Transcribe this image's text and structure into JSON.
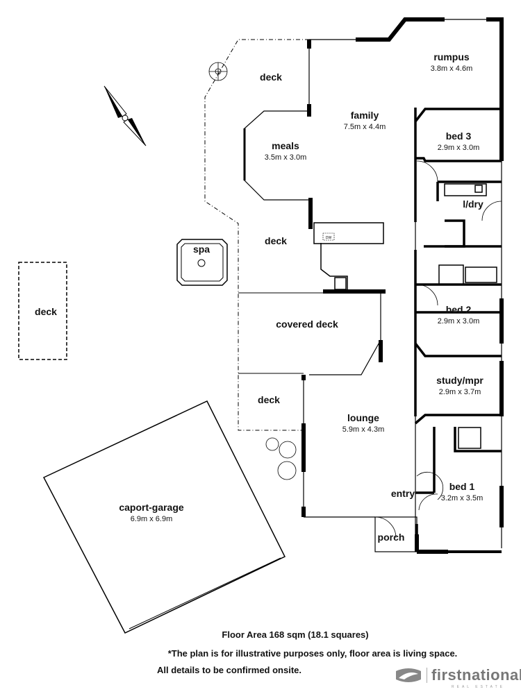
{
  "rooms": [
    {
      "id": "rumpus",
      "name": "rumpus",
      "dims": "3.8m x 4.6m"
    },
    {
      "id": "family",
      "name": "family",
      "dims": "7.5m x 4.4m"
    },
    {
      "id": "bed3",
      "name": "bed 3",
      "dims": "2.9m x 3.0m"
    },
    {
      "id": "meals",
      "name": "meals",
      "dims": "3.5m x 3.0m"
    },
    {
      "id": "ldry",
      "name": "l/dry",
      "dims": ""
    },
    {
      "id": "bed2",
      "name": "bed 2",
      "dims": "2.9m x 3.0m"
    },
    {
      "id": "covered-deck",
      "name": "covered deck",
      "dims": ""
    },
    {
      "id": "study",
      "name": "study/mpr",
      "dims": "2.9m x 3.7m"
    },
    {
      "id": "lounge",
      "name": "lounge",
      "dims": "5.9m x 4.3m"
    },
    {
      "id": "bed1",
      "name": "bed 1",
      "dims": "3.2m x 3.5m"
    },
    {
      "id": "entry",
      "name": "entry",
      "dims": ""
    },
    {
      "id": "porch",
      "name": "porch",
      "dims": ""
    },
    {
      "id": "garage",
      "name": "caport-garage",
      "dims": "6.9m x 6.9m"
    },
    {
      "id": "deck-top",
      "name": "deck",
      "dims": ""
    },
    {
      "id": "deck-mid",
      "name": "deck",
      "dims": ""
    },
    {
      "id": "deck-low",
      "name": "deck",
      "dims": ""
    },
    {
      "id": "deck-left",
      "name": "deck",
      "dims": ""
    },
    {
      "id": "spa",
      "name": "spa",
      "dims": ""
    }
  ],
  "appliance_labels": {
    "dishwasher": "DW"
  },
  "footer": {
    "area": "Floor Area 168 sqm (18.1 squares)",
    "disclaimer": "*The plan is for illustrative purposes only, floor area is living space.",
    "confirm": "All details to be confirmed onsite."
  },
  "brand": {
    "name": "firstnational",
    "sub": "REAL ESTATE",
    "color": "#777777"
  },
  "icons": [
    "compass-north-arrow-icon",
    "tree-icon",
    "brand-logo-icon"
  ]
}
